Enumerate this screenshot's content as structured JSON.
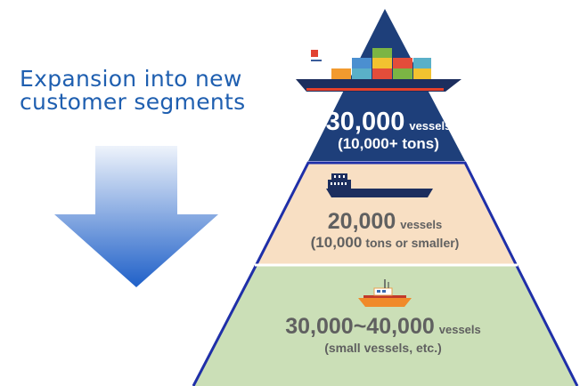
{
  "heading": {
    "line1": "Expansion into new",
    "line2": "customer segments"
  },
  "tiers": [
    {
      "count": "30,000",
      "unit": "vessels",
      "detail": "(10,000+ tons)",
      "icon": "cargo-ship-icon"
    },
    {
      "count": "20,000",
      "unit": "vessels",
      "detail_count": "(10,000",
      "detail_rest": "tons or smaller)",
      "icon": "cargo-boat-icon"
    },
    {
      "count": "30,000~40,000",
      "unit": "vessels",
      "detail": "(small vessels, etc.)",
      "icon": "small-boat-icon"
    }
  ],
  "colors": {
    "top": "#1e3f7a",
    "middle": "#f8dfc3",
    "bottom": "#cbdfb7",
    "outline": "#1f2fa8",
    "arrow_top": "#eef3fb",
    "arrow_bottom": "#1f60c8"
  }
}
